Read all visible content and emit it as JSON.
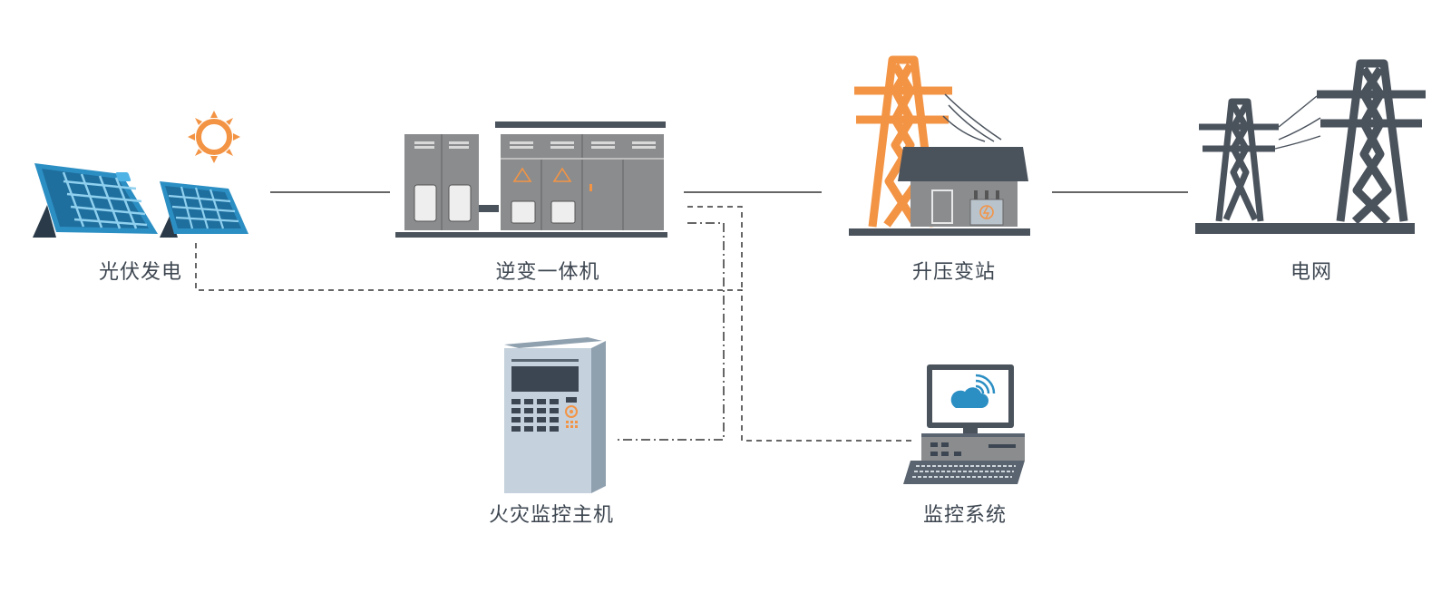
{
  "nodes": {
    "pv": {
      "label": "光伏发电",
      "icon": "solar-panels-sun-icon"
    },
    "inverter": {
      "label": "逆变一体机",
      "icon": "inverter-cabinet-icon"
    },
    "substation": {
      "label": "升压变站",
      "icon": "substation-tower-icon"
    },
    "grid": {
      "label": "电网",
      "icon": "power-grid-towers-icon"
    },
    "fire_monitor": {
      "label": "火灾监控主机",
      "icon": "fire-alarm-cabinet-icon"
    },
    "monitoring": {
      "label": "监控系统",
      "icon": "monitoring-computer-icon"
    }
  },
  "colors": {
    "accent_orange": "#f39445",
    "dark_gray": "#4a525c",
    "cabinet_gray": "#8a8c8e",
    "solar_blue": "#2c8fc4",
    "panel_light": "#c5d1dc",
    "line": "#333333"
  }
}
